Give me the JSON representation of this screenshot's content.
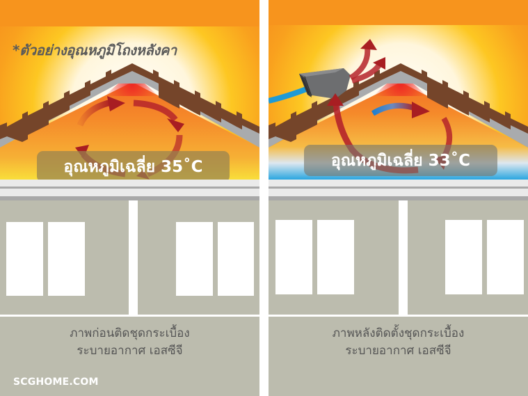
{
  "panels": {
    "before": {
      "note": "*ตัวอย่างอุณหภูมิโถงหลังคา",
      "temperature_label": "อุณหภูมิเฉลี่ย 35˚C",
      "temperature_value": "35",
      "temperature_unit": "˚C",
      "caption_line1": "ภาพก่อนติดชุดกระเบื้อง",
      "caption_line2": "ระบายอากาศ เอสซีจี",
      "attic_state": "hot-circulating-air"
    },
    "after": {
      "temperature_label": "อุณหภูมิเฉลี่ย 33˚C",
      "temperature_value": "33",
      "temperature_unit": "˚C",
      "caption_line1": "ภาพหลังติดตั้งชุดกระเบื้อง",
      "caption_line2": "ระบายอากาศ เอสซีจี",
      "attic_state": "ventilated-hot-air-exhaust",
      "device": "roof-ventilation-tile"
    }
  },
  "brand": {
    "watermark": "SCGHOME.COM"
  },
  "colors": {
    "sky_orange": "#f7941d",
    "sky_yellow": "#fcc21b",
    "roof_tile_brown": "#7a4a2a",
    "roof_underlay_gray": "#a9abad",
    "attic_hot_red": "#ee3124",
    "attic_orange": "#f58a2a",
    "arrow_red": "#a81e22",
    "cool_blue": "#1e9ad6",
    "wall_gray": "#bcbcae",
    "text_gray": "#555555"
  }
}
